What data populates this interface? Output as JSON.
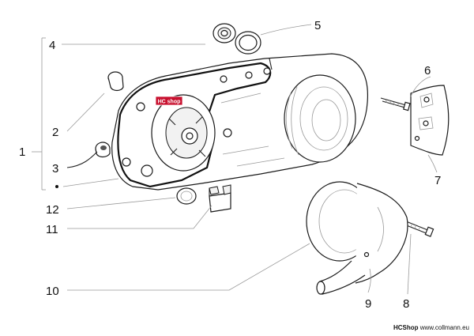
{
  "callouts": {
    "c1": "1",
    "c2": "2",
    "c3": "3",
    "c4": "4",
    "c5": "5",
    "c6": "6",
    "c7": "7",
    "c8": "8",
    "c9": "9",
    "c10": "10",
    "c11": "11",
    "c12": "12"
  },
  "logo": {
    "text": "HC shop"
  },
  "footer": {
    "brand": "HCShop",
    "url": "www.collmann.eu"
  },
  "colors": {
    "ink": "#111111",
    "leader": "#999999",
    "logo_bg": "#c8102e"
  }
}
